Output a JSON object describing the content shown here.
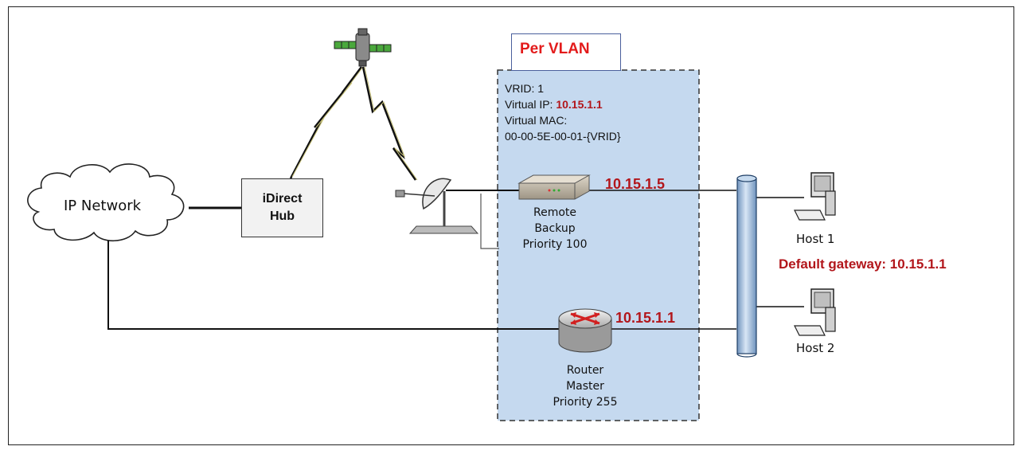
{
  "vlan": {
    "title": "Per VLAN"
  },
  "vrrp_info": {
    "vrid": "VRID: 1",
    "virtual_ip_label": "Virtual IP: ",
    "virtual_ip_value": "10.15.1.1",
    "virtual_mac_label": "Virtual MAC:",
    "virtual_mac_value": "00-00-5E-00-01-{VRID}"
  },
  "ip_network": {
    "label": "IP Network"
  },
  "hub": {
    "line1": "iDirect",
    "line2": "Hub"
  },
  "remote": {
    "ip": "10.15.1.5",
    "line1": "Remote",
    "line2": "Backup",
    "line3": "Priority 100"
  },
  "router": {
    "ip": "10.15.1.1",
    "line1": "Router",
    "line2": "Master",
    "line3": "Priority 255"
  },
  "host1": {
    "label": "Host 1"
  },
  "host2": {
    "label": "Host 2"
  },
  "gateway": {
    "label": "Default gateway: 10.15.1.1"
  },
  "colors": {
    "vlan_fill": "#c5d9ef",
    "accent_red": "#b2161b",
    "title_red": "#e31b1b",
    "bus_blue": "#9fbfdf"
  }
}
